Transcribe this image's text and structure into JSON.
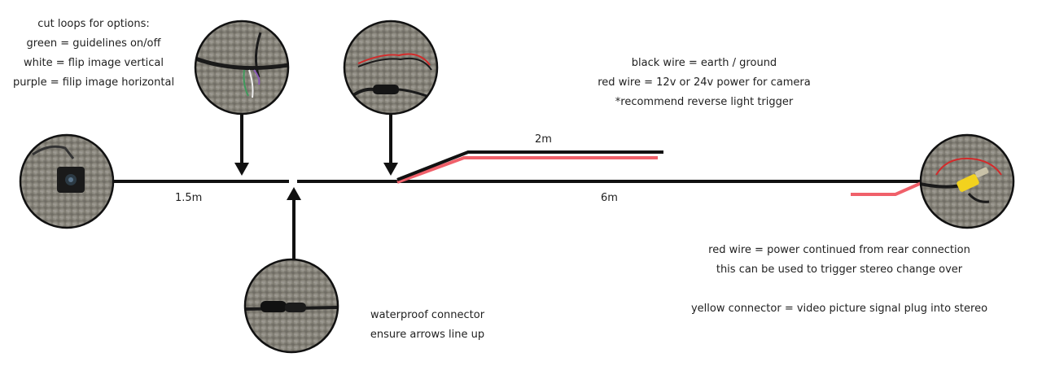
{
  "notes": {
    "options": {
      "title": "cut loops for options:",
      "lines": [
        "green = guidelines on/off",
        "white = flip image vertical",
        "purple = filip image horizontal"
      ]
    },
    "power": {
      "lines": [
        "black wire = earth / ground",
        "red wire = 12v or 24v power for camera",
        "*recommend reverse light trigger"
      ]
    },
    "rear": {
      "lines": [
        "red wire = power continued from rear connection",
        "this can be used to trigger stereo change over",
        "",
        "yellow connector = video picture signal plug into stereo"
      ]
    },
    "connector": {
      "lines": [
        "waterproof connector",
        "ensure arrows line up"
      ]
    }
  },
  "lengths": {
    "first": "1.5m",
    "branch": "2m",
    "main": "6m"
  },
  "colors": {
    "wire_black": "#111111",
    "wire_red": "#f0606a",
    "photo_bg": "#8c8a84",
    "yellow_plug": "#f2d21e"
  },
  "photos": {
    "camera": "rear camera photo",
    "loops": "option loop wires photo",
    "power": "power lead photo",
    "connector": "waterproof connector photo",
    "rear": "rear connection photo"
  }
}
